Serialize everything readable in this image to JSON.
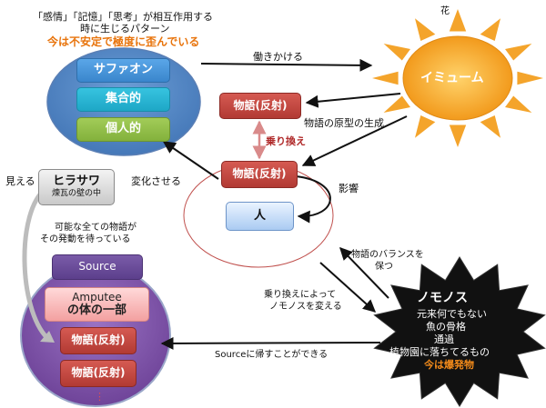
{
  "title_lines": [
    "「感情」「記憶」「思考」が相互作用する",
    "時に生じるパターン"
  ],
  "title_note": "今は不安定で極度に歪んでいる",
  "saphaon": {
    "label": "サファオン",
    "collective": "集合的",
    "individual": "個人的"
  },
  "flower_label": "花",
  "imum": {
    "label": "イミューム"
  },
  "edges": {
    "work_on": "働きかける",
    "generate": "物語の原型の生成",
    "switch": "乗り換え",
    "influence": "影響",
    "change": "変化させる",
    "balance": "物語のバランスを保つ",
    "change_nomonos": "乗り換えによってノモノスを変える",
    "return_source": "Sourceに帰すことができる"
  },
  "edges_lines": {
    "balance": [
      "物語のバランスを",
      "保つ"
    ],
    "change_nomonos": [
      "乗り換えによって",
      "ノモノスを変える"
    ]
  },
  "story_label": "物語(反射)",
  "person_label": "人",
  "mieru": "見える",
  "hirasawa": {
    "name": "ヒラサワ",
    "sub": "煉瓦の壁の中"
  },
  "source_caption": [
    "可能な全ての物語が",
    "その発動を待っている"
  ],
  "source": {
    "label": "Source",
    "amputee": "Amputee",
    "amputee_sub": "の体の一部",
    "ellipsis": "⋮"
  },
  "nomonos": {
    "title": "ノモノス",
    "lines": [
      "元来何でもない",
      "魚の骨格",
      "通過",
      "植物園に落ちてるもの"
    ],
    "note": "今は爆発物"
  },
  "colors": {
    "orange": "#e8740c",
    "red_text": "#b02a2a",
    "red_box": "#b83c35",
    "blue_ellipse": "#4f86c6",
    "purple_ellipse": "#7a4fa8",
    "sun": "#f4a42b",
    "nomonos_star": "#111111"
  }
}
